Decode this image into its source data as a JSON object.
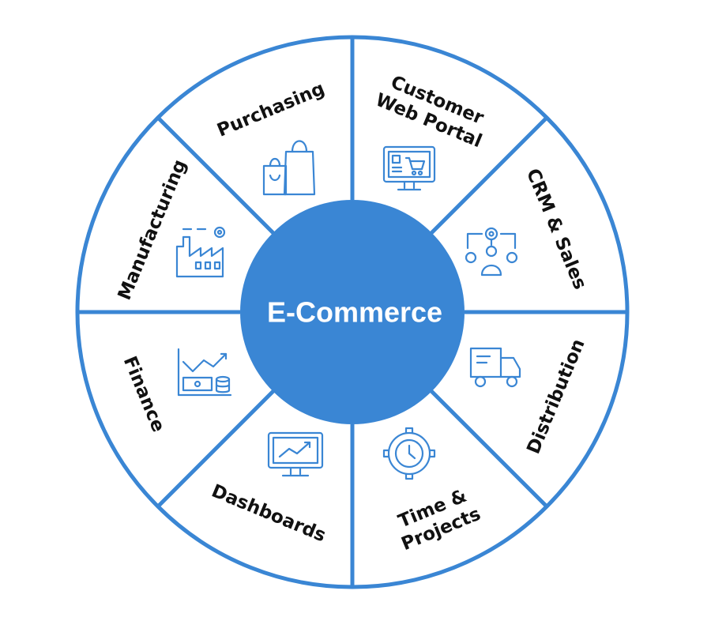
{
  "center": {
    "label": "E-Commerce"
  },
  "colors": {
    "ring": "#3a86d4",
    "center": "#3a86d4",
    "text": "#111111",
    "background": "#ffffff"
  },
  "segments": [
    {
      "label": "Purchasing",
      "icon": "shopping-bags-icon"
    },
    {
      "label": "Customer Web Portal",
      "icon": "monitor-cart-icon"
    },
    {
      "label": "CRM & Sales",
      "icon": "customer-process-icon"
    },
    {
      "label": "Distribution",
      "icon": "delivery-truck-icon"
    },
    {
      "label": "Time & Projects",
      "icon": "gear-clock-icon"
    },
    {
      "label": "Dashboards",
      "icon": "monitor-trend-icon"
    },
    {
      "label": "Finance",
      "icon": "money-growth-icon"
    },
    {
      "label": "Manufacturing",
      "icon": "factory-icon"
    }
  ]
}
